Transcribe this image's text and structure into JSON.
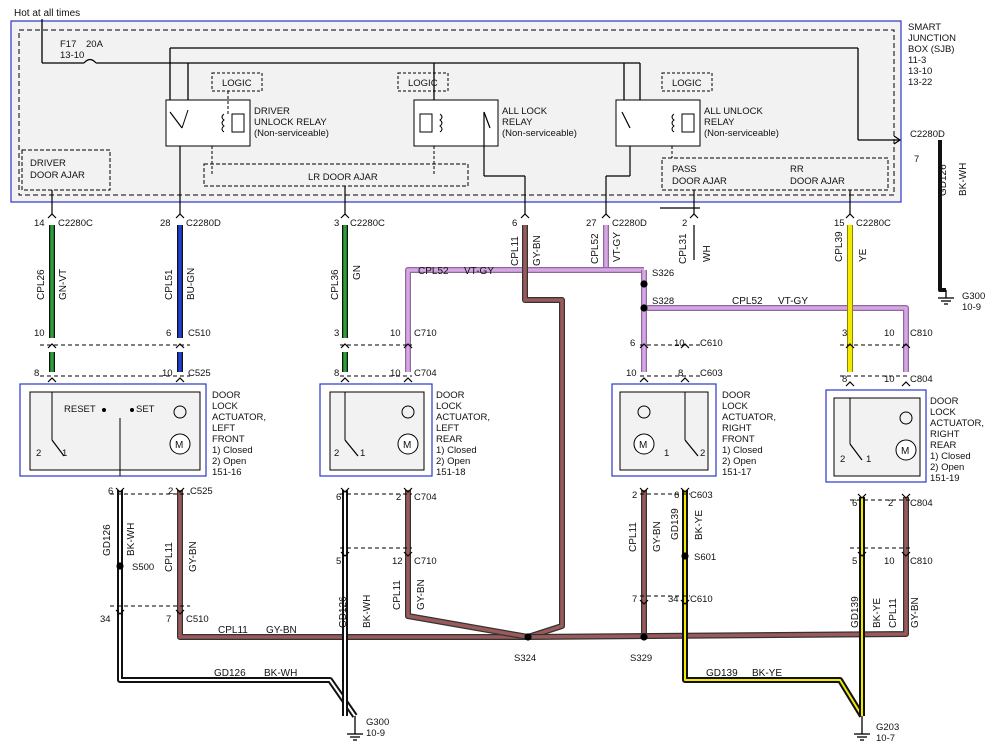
{
  "hot_label": "Hot at all times",
  "fuse": {
    "name": "F17",
    "rating": "20A",
    "ref": "13-10"
  },
  "sjb": {
    "lines": [
      "SMART",
      "JUNCTION",
      "BOX (SJB)",
      "11-3",
      "13-10",
      "13-22"
    ]
  },
  "logic_label": "LOGIC",
  "relays": {
    "driver_unlock": [
      "DRIVER",
      "UNLOCK RELAY",
      "(Non-serviceable)"
    ],
    "all_lock": [
      "ALL LOCK",
      "RELAY",
      "(Non-serviceable)"
    ],
    "all_unlock": [
      "ALL UNLOCK",
      "RELAY",
      "(Non-serviceable)"
    ]
  },
  "switches": {
    "driver_door_ajar": [
      "DRIVER",
      "DOOR AJAR"
    ],
    "lr_door_ajar": "LR DOOR AJAR",
    "pass_door_ajar": [
      "PASS",
      "DOOR AJAR"
    ],
    "rr_door_ajar": [
      "RR",
      "DOOR AJAR"
    ]
  },
  "wires": {
    "cpl26": {
      "circuit": "CPL26",
      "color": "GN-VT"
    },
    "cpl51": {
      "circuit": "CPL51",
      "color": "BU-GN"
    },
    "cpl36": {
      "circuit": "CPL36",
      "color": "GN"
    },
    "cpl11": {
      "circuit": "CPL11",
      "color": "GY-BN"
    },
    "cpl52": {
      "circuit": "CPL52",
      "color": "VT-GY"
    },
    "cpl31": {
      "circuit": "CPL31",
      "color": "WH"
    },
    "cpl39": {
      "circuit": "CPL39",
      "color": "YE"
    },
    "gd126": {
      "circuit": "GD126",
      "color": "BK-WH"
    },
    "gd139": {
      "circuit": "GD139",
      "color": "BK-YE"
    }
  },
  "connectors": {
    "c2280c": "C2280C",
    "c2280d": "C2280D",
    "c510": "C510",
    "c525": "C525",
    "c710": "C710",
    "c704": "C704",
    "c610": "C610",
    "c603": "C603",
    "c810": "C810",
    "c804": "C804"
  },
  "pins": {
    "p14": "14",
    "p28": "28",
    "p3": "3",
    "p6": "6",
    "p27": "27",
    "p2": "2",
    "p15": "15",
    "p7": "7",
    "p10": "10",
    "p8": "8",
    "p1": "1",
    "p5": "5",
    "p12": "12",
    "p34": "34"
  },
  "splices": {
    "s326": "S326",
    "s328": "S328",
    "s500": "S500",
    "s601": "S601",
    "s324": "S324",
    "s329": "S329"
  },
  "grounds": {
    "g300_top": {
      "name": "G300",
      "ref": "10-9"
    },
    "g300_bottom": {
      "name": "G300",
      "ref": "10-9"
    },
    "g203": {
      "name": "G203",
      "ref": "10-7"
    }
  },
  "actuators": {
    "lf": [
      "DOOR",
      "LOCK",
      "ACTUATOR,",
      "LEFT",
      "FRONT",
      "1) Closed",
      "2) Open",
      "151-16"
    ],
    "lr": [
      "DOOR",
      "LOCK",
      "ACTUATOR,",
      "LEFT",
      "REAR",
      "1) Closed",
      "2) Open",
      "151-18"
    ],
    "rf": [
      "DOOR",
      "LOCK",
      "ACTUATOR,",
      "RIGHT",
      "FRONT",
      "1) Closed",
      "2) Open",
      "151-17"
    ],
    "rr": [
      "DOOR",
      "LOCK",
      "ACTUATOR,",
      "RIGHT",
      "REAR",
      "1) Closed",
      "2) Open",
      "151-19"
    ]
  },
  "lf_switch": {
    "reset": "RESET",
    "set": "SET"
  },
  "motor_symbol": "M",
  "colors": {
    "frame_blue": "#2a35c8",
    "green": "#2e9e3a",
    "blue": "#1f3fd6",
    "violet": "#d8a6e6",
    "yellow": "#f2ea00",
    "brown": "#9b5a5a",
    "black": "#111111"
  }
}
